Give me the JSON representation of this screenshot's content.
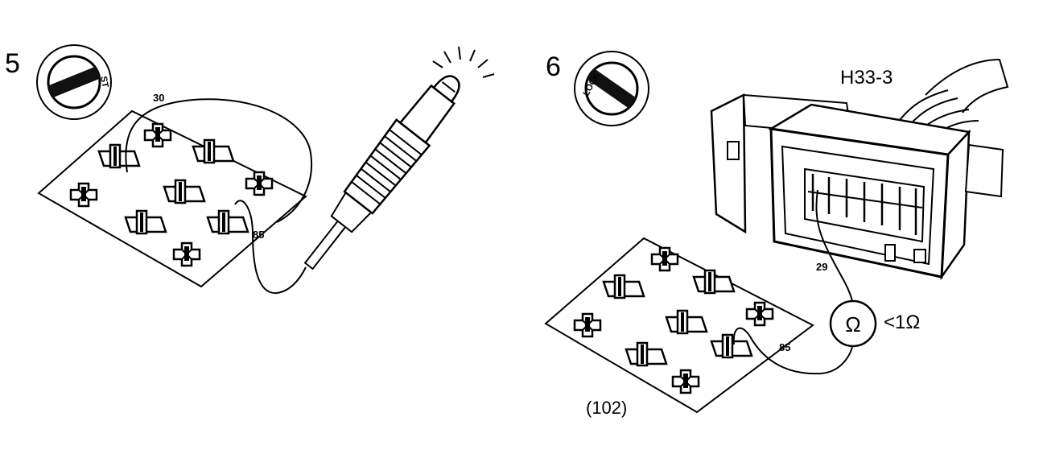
{
  "step5": {
    "number": "5",
    "switch_label": "ST",
    "pin_a": "30",
    "pin_b": "85"
  },
  "step6": {
    "number": "6",
    "switch_label": "LOCK",
    "connector": "H33-3",
    "pin_a": "29",
    "pin_b": "85",
    "meter_symbol": "Ω",
    "meter_reading": "<1Ω",
    "ref": "(102)"
  }
}
